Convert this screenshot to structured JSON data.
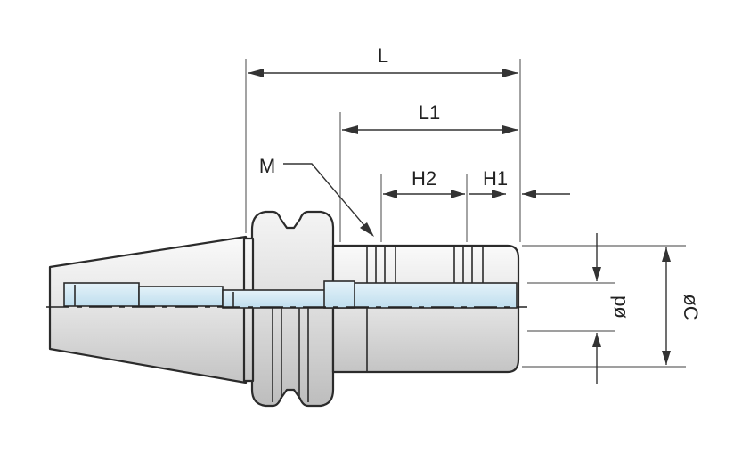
{
  "labels": {
    "L": "L",
    "L1": "L1",
    "M": "M",
    "H2": "H2",
    "H1": "H1",
    "pd": "pø",
    "C": "øC"
  },
  "colors": {
    "body_light": "#f2f2f2",
    "body_mid": "#d6d6d6",
    "body_dark": "#b8b8b8",
    "bore": "#cfe6f2",
    "line": "#2b2b2b"
  }
}
